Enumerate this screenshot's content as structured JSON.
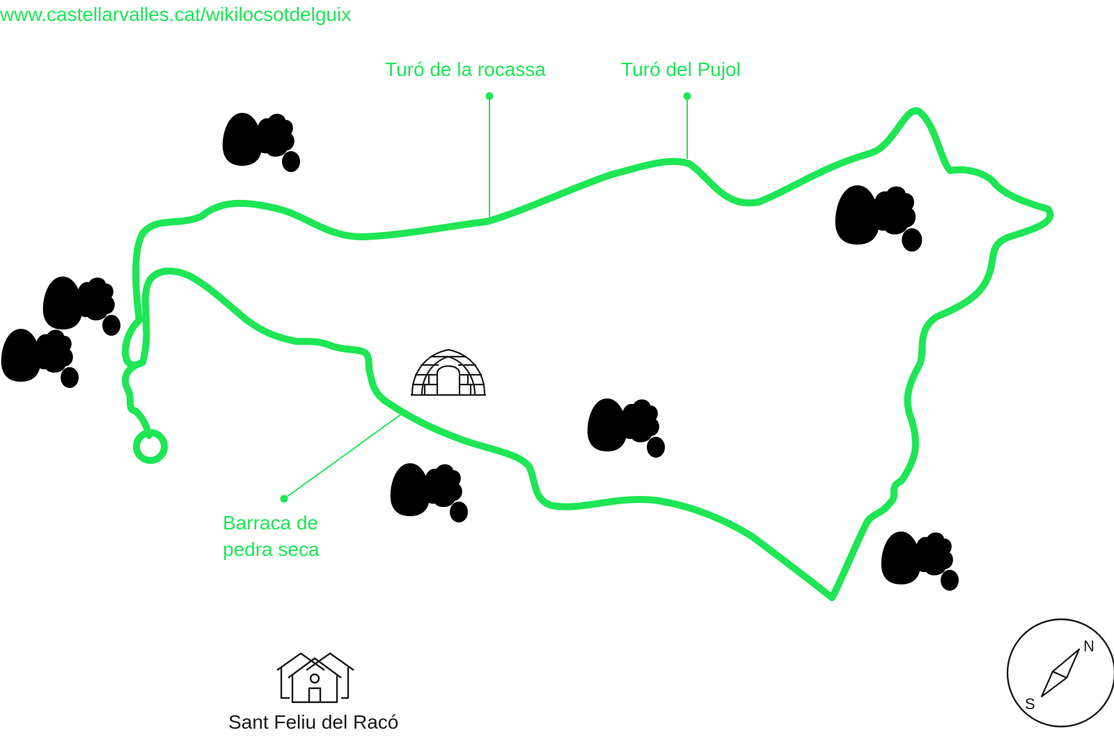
{
  "header": {
    "url": "www.castellarvalles.cat/wikilocsotdelguix"
  },
  "labels": {
    "turo_rocassa": "Turó de la rocassa",
    "turo_pujol": "Turó del Pujol",
    "barraca_line1": "Barraca de",
    "barraca_line2": "pedra seca",
    "sant_feliu": "Sant Feliu del Racó"
  },
  "compass": {
    "north": "N",
    "south": "S"
  },
  "colors": {
    "route": "#1ee655",
    "ink": "#1a1a1a",
    "background": "#ffffff"
  },
  "icons": [
    "tree-group-icon",
    "dry-stone-hut-icon",
    "village-houses-icon",
    "compass-icon",
    "route-start-icon"
  ]
}
